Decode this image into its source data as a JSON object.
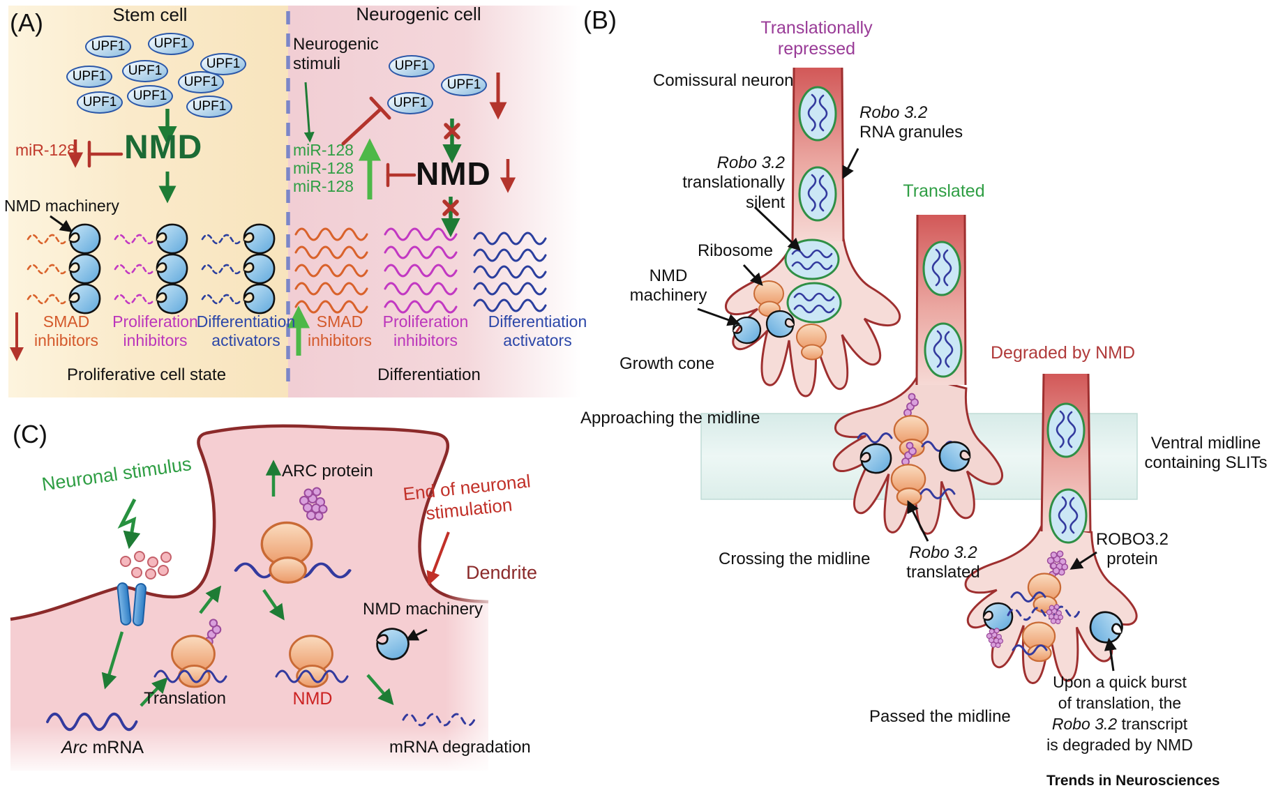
{
  "figure": {
    "journal": "Trends in Neurosciences"
  },
  "colors": {
    "accent_green": "#2f9e44",
    "dark_green": "#1e7c35",
    "light_green": "#4db848",
    "red": "#b3342c",
    "dark_red": "#b03a3a",
    "purple": "#993b97",
    "magenta": "#bb35bb",
    "orange": "#d4592b",
    "blue": "#2b46a8",
    "cream_bg": "#faeaca",
    "pink_bg": "#f3d5d9",
    "midline_band": "#e2f1ee",
    "mrna_blue": "#333a9e",
    "ribosome_orange": "#ee9e6f",
    "granule_fill": "#cbe7f5",
    "granule_border": "#2f8f45",
    "nmd_machinery_blue": "#7db8e8",
    "axon_red": "#9e2f2f"
  },
  "panelA": {
    "label": "(A)",
    "left_title": "Stem cell",
    "right_title": "Neurogenic cell",
    "upf1": "UPF1",
    "mir128": "miR-128",
    "nmd": "NMD",
    "nmd_machinery": "NMD machinery",
    "neurogenic_stimuli_l1": "Neurogenic",
    "neurogenic_stimuli_l2": "stimuli",
    "smad_l1": "SMAD",
    "smad_l2": "inhibitors",
    "prolif_l1": "Proliferation",
    "prolif_l2": "inhibitors",
    "diff_l1": "Differentiation",
    "diff_l2": "activators",
    "left_state": "Proliferative cell state",
    "right_state": "Differentiation"
  },
  "panelB": {
    "label": "(B)",
    "trans_repressed_l1": "Translationally",
    "trans_repressed_l2": "repressed",
    "comissural": "Comissural neuron",
    "granules_l1": "Robo 3.2",
    "granules_l2": "RNA granules",
    "silent_l1": "Robo 3.2",
    "silent_l2": "translationally",
    "silent_l3": "silent",
    "ribosome": "Ribosome",
    "nmd_l1": "NMD",
    "nmd_l2": "machinery",
    "growth_cone": "Growth cone",
    "approaching": "Approaching the midline",
    "translated": "Translated",
    "degraded": "Degraded by NMD",
    "ventral_l1": "Ventral midline",
    "ventral_l2": "containing SLITs",
    "crossing": "Crossing the midline",
    "robo_translated_l1": "Robo 3.2",
    "robo_translated_l2": "translated",
    "robo_protein_l1": "ROBO3.2",
    "robo_protein_l2": "protein",
    "passed": "Passed the midline",
    "burst_l1": "Upon a quick burst",
    "burst_l2": "of translation, the",
    "burst_l3_italic": "Robo 3.2",
    "burst_l3_rest": " transcript",
    "burst_l4": "is degraded by NMD"
  },
  "panelC": {
    "label": "(C)",
    "neuronal_stimulus": "Neuronal stimulus",
    "arc_protein": "ARC protein",
    "end_l1": "End of neuronal",
    "end_l2": "stimulation",
    "dendrite": "Dendrite",
    "nmd_machinery": "NMD machinery",
    "translation": "Translation",
    "nmd": "NMD",
    "arc_italic": "Arc",
    "arc_rest": " mRNA",
    "mrna_degradation": "mRNA degradation"
  }
}
